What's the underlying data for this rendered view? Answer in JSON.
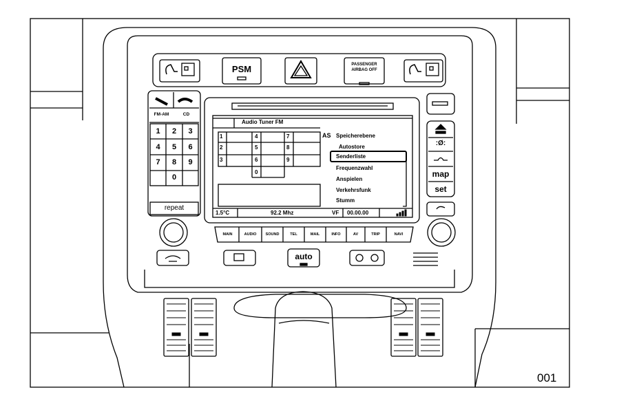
{
  "figure_number": "001",
  "top_buttons": {
    "psm": "PSM",
    "passenger_airbag_line1": "PASSENGER",
    "passenger_airbag_line2": "AIRBAG OFF"
  },
  "left_keypad": {
    "fm_am": "FM-AM",
    "cd": "CD",
    "keys": [
      "1",
      "2",
      "3",
      "4",
      "5",
      "6",
      "7",
      "8",
      "9",
      "0"
    ],
    "repeat": "repeat"
  },
  "right_buttons": {
    "map": "map",
    "set": "set"
  },
  "screen": {
    "title": "Audio Tuner FM",
    "presets": [
      "1",
      "2",
      "3",
      "4",
      "5",
      "6",
      "7",
      "8",
      "9",
      "0"
    ],
    "as_label": "AS",
    "menu_items": [
      "Speicherebene",
      "Autostore",
      "Senderliste",
      "Frequenzwahl",
      "Anspielen",
      "Verkehrsfunk",
      "Stumm"
    ],
    "selected_item": "Senderliste",
    "status": {
      "temperature": "1.5°C",
      "frequency": "92.2 Mhz",
      "vf": "VF",
      "time": "00.00.00"
    }
  },
  "function_keys": [
    "MAIN",
    "AUDIO",
    "SOUND",
    "TEL",
    "MAIL",
    "INFO",
    "AV",
    "TRIP",
    "NAVI"
  ],
  "climate": {
    "auto": "auto"
  }
}
